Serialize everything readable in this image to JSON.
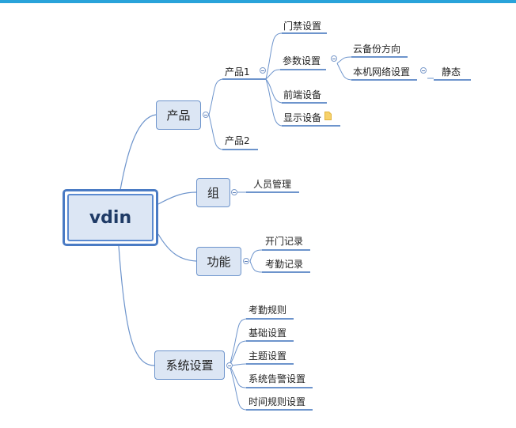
{
  "root": {
    "label": "vdin"
  },
  "branches": {
    "product": {
      "label": "产品",
      "children": {
        "product1": {
          "label": "产品1",
          "children": {
            "door": "门禁设置",
            "params": {
              "label": "参数设置",
              "children": {
                "cloud": "云备份方向",
                "network": {
                  "label": "本机网络设置",
                  "child": "静态"
                }
              }
            },
            "frontend": "前端设备",
            "display": "显示设备"
          }
        },
        "product2": {
          "label": "产品2"
        }
      }
    },
    "group": {
      "label": "组",
      "children": {
        "staff": "人员管理"
      }
    },
    "function": {
      "label": "功能",
      "children": {
        "door_log": "开门记录",
        "attendance_log": "考勤记录"
      }
    },
    "settings": {
      "label": "系统设置",
      "children": {
        "attendance_rule": "考勤规则",
        "basic": "基础设置",
        "theme": "主题设置",
        "alarm": "系统告警设置",
        "time_rule": "时间规则设置"
      }
    }
  },
  "colors": {
    "accent_bar": "#29a3da",
    "line": "#6d94cc",
    "node_fill": "#dce6f4",
    "root_border": "#4a7bc4",
    "note_icon": "#f7d16a"
  },
  "icons": {
    "collapse": "collapse-toggle-icon",
    "note": "note-icon"
  }
}
